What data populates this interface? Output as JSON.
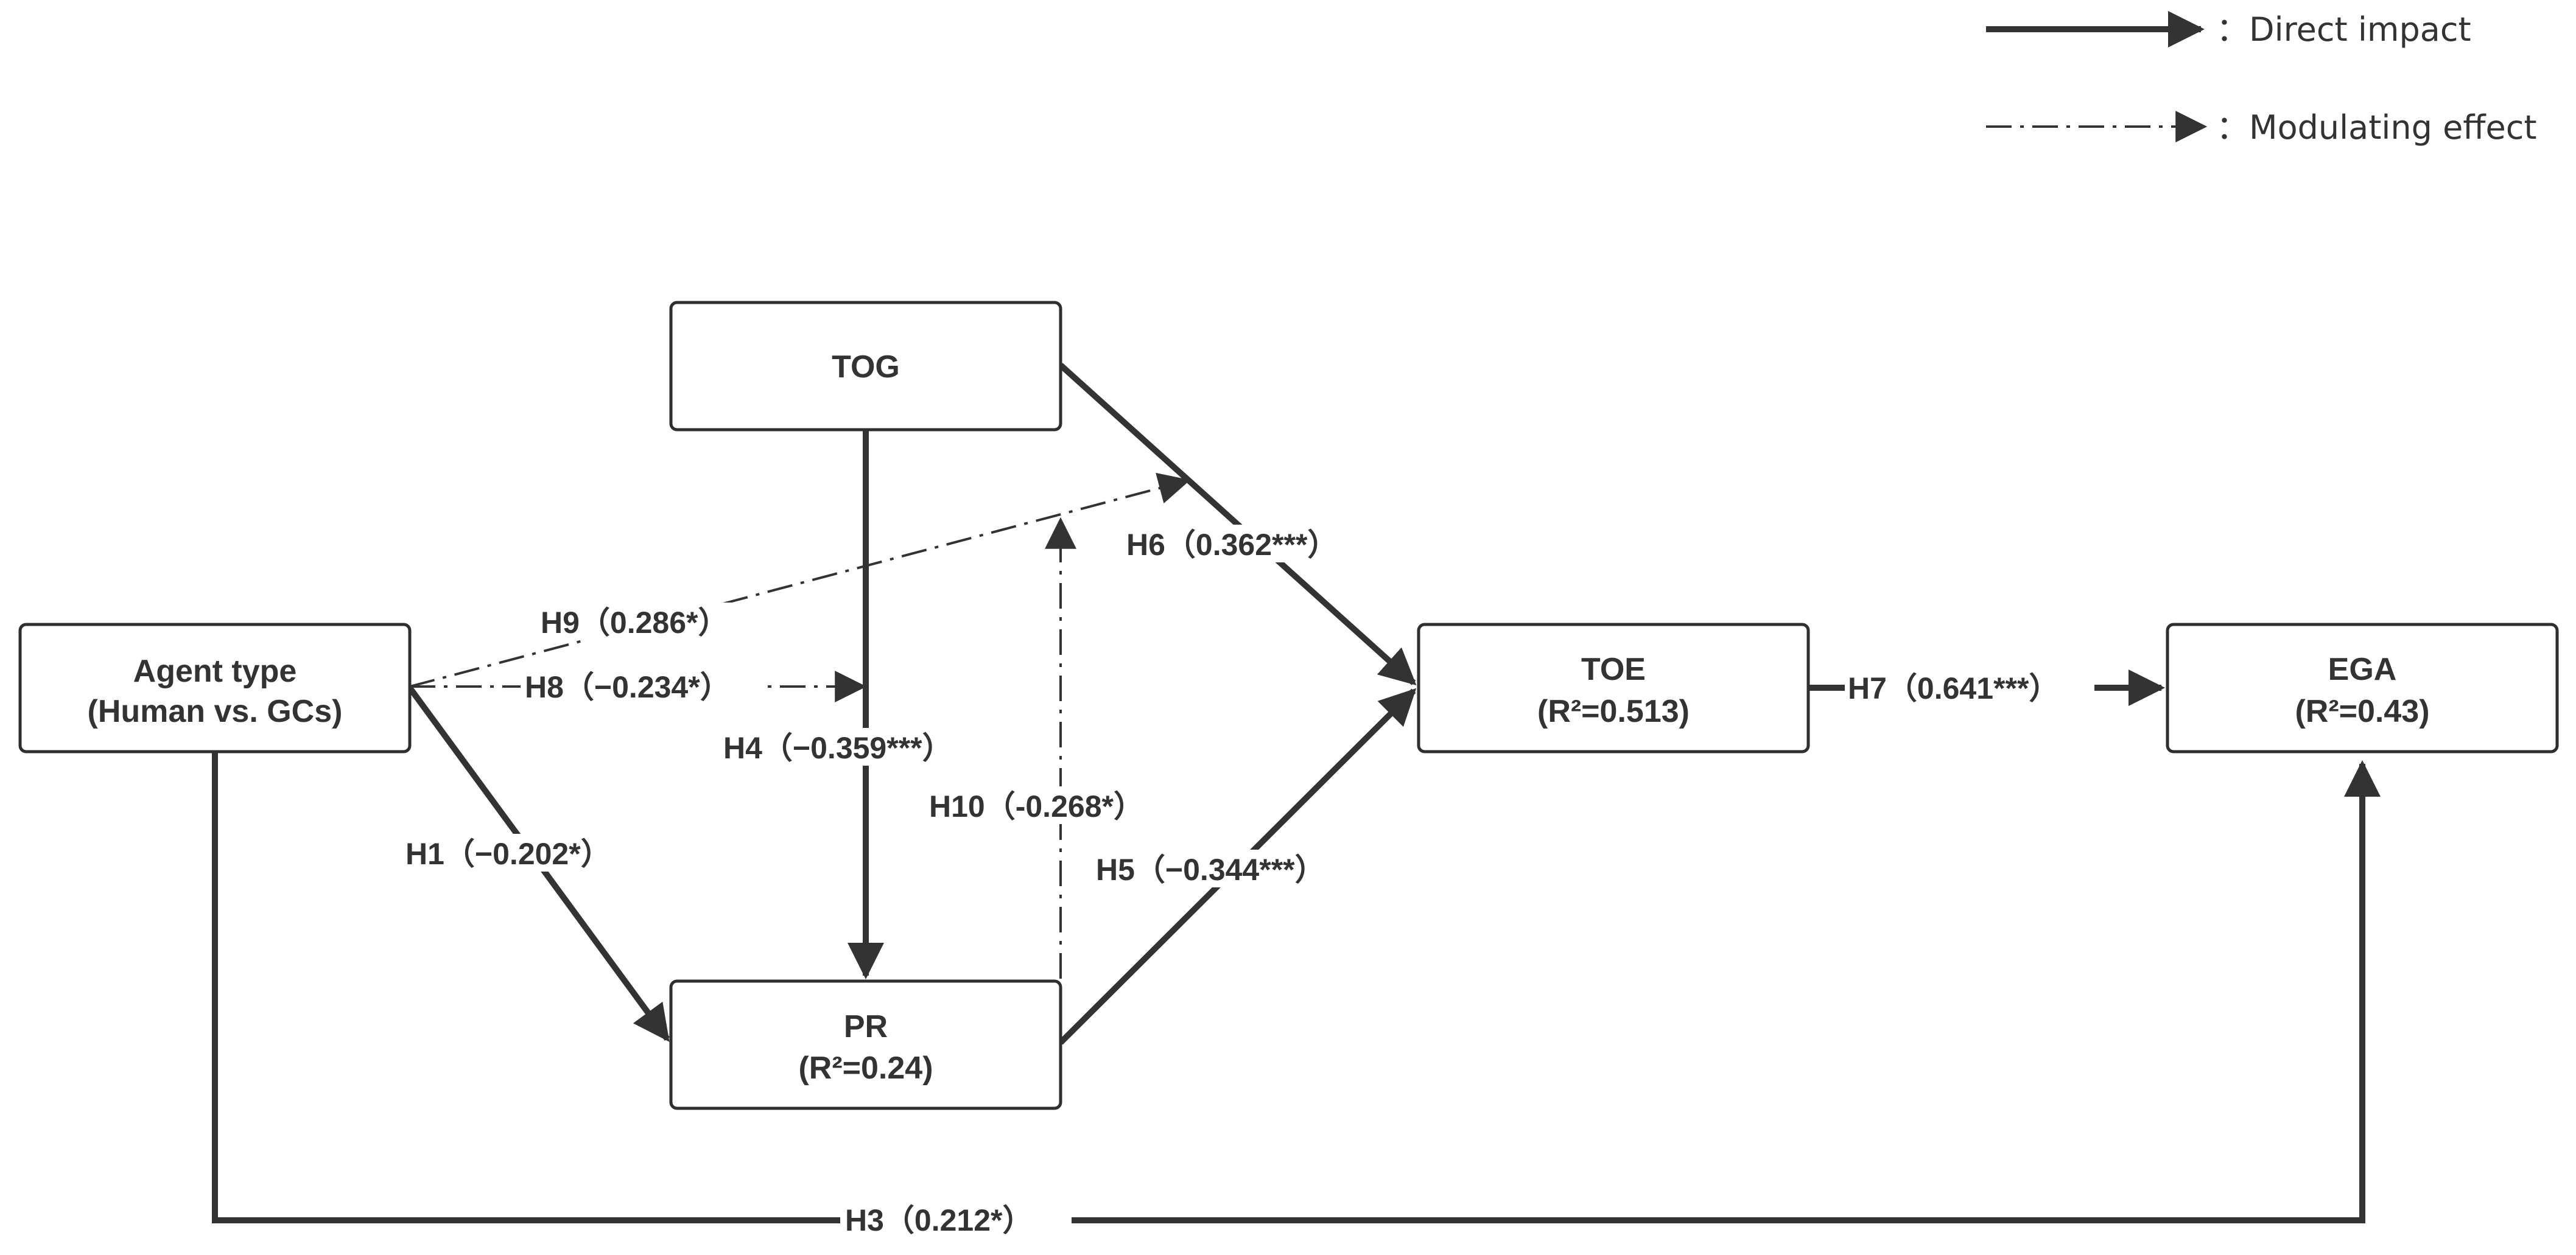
{
  "legend": {
    "direct": "：Direct impact",
    "modulating": "：Modulating effect"
  },
  "nodes": {
    "tog": {
      "line1": "TOG"
    },
    "agent": {
      "line1": "Agent type",
      "line2": "(Human vs. GCs)"
    },
    "toe": {
      "line1": "TOE",
      "line2": "(R²=0.513)"
    },
    "ega": {
      "line1": "EGA",
      "line2": "(R²=0.43)"
    },
    "pr": {
      "line1": "PR",
      "line2": "(R²=0.24)"
    }
  },
  "paths": {
    "h1": "H1（−0.202*）",
    "h3": "H3（0.212*）",
    "h4": "H4（−0.359***）",
    "h5": "H5（−0.344***）",
    "h6": "H6（0.362***）",
    "h7": "H7（0.641***）",
    "h8": "H8（−0.234*）",
    "h9": "H9（0.286*）",
    "h10": "H10（-0.268*）"
  },
  "colors": {
    "stroke": "#333333",
    "background": "#ffffff"
  }
}
